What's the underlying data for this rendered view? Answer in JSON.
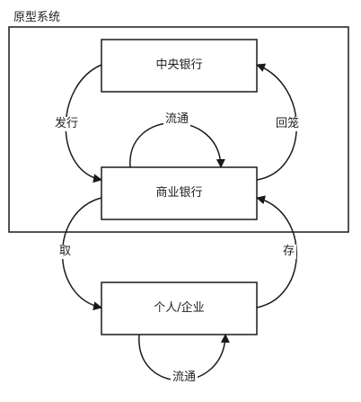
{
  "diagram": {
    "frame_label": "原型系统",
    "nodes": {
      "central_bank": "中央银行",
      "commercial_bank": "商业银行",
      "individual": "个人/企业"
    },
    "edges": {
      "issue": "发行",
      "return": "回笼",
      "flow_top": "流通",
      "withdraw": "取",
      "deposit": "存",
      "flow_bottom": "流通"
    },
    "colors": {
      "stroke": "#1a1a1a",
      "background": "#ffffff"
    }
  }
}
